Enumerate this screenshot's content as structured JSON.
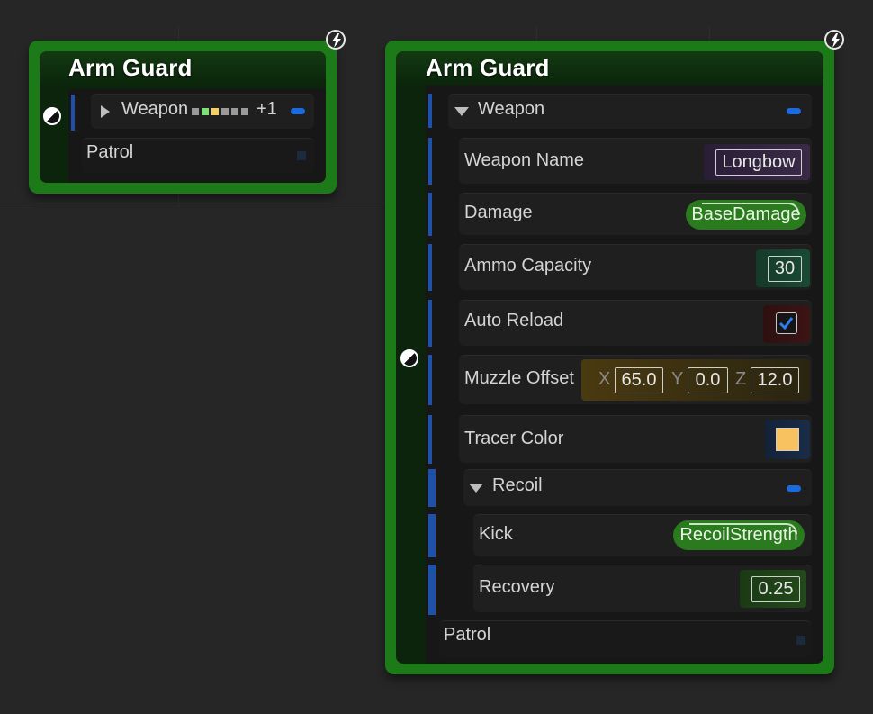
{
  "colors": {
    "node_border": "#1c7a18",
    "blue_accent": "#1a6be0",
    "pill_green": "#2a7a1e",
    "tracer_swatch": "#f8c260",
    "weapon_chips": [
      "#9a9a9a",
      "#7fe07a",
      "#f5d060",
      "#9a9a9a",
      "#9a9a9a",
      "#9a9a9a",
      "#9a9a9a"
    ]
  },
  "collapsed_node": {
    "title": "Arm Guard",
    "weapon_label": "Weapon",
    "weapon_more": "+1",
    "patrol_label": "Patrol",
    "icons": [
      "lightning-icon",
      "pin-socket-icon",
      "expand-arrow-icon"
    ]
  },
  "expanded_node": {
    "title": "Arm Guard",
    "weapon_label": "Weapon",
    "fields": {
      "weapon_name": {
        "label": "Weapon Name",
        "value": "Longbow"
      },
      "damage": {
        "label": "Damage",
        "value": "BaseDamage"
      },
      "ammo_capacity": {
        "label": "Ammo Capacity",
        "value": "30"
      },
      "auto_reload": {
        "label": "Auto Reload",
        "checked": true
      },
      "muzzle_offset": {
        "label": "Muzzle Offset",
        "x_label": "X",
        "x": "65.0",
        "y_label": "Y",
        "y": "0.0",
        "z_label": "Z",
        "z": "12.0"
      },
      "tracer_color": {
        "label": "Tracer Color",
        "color": "#f8c260"
      }
    },
    "recoil": {
      "label": "Recoil",
      "kick": {
        "label": "Kick",
        "value": "RecoilStrength"
      },
      "recovery": {
        "label": "Recovery",
        "value": "0.25"
      }
    },
    "patrol_label": "Patrol",
    "icons": [
      "lightning-icon",
      "pin-socket-icon",
      "collapse-arrow-icon",
      "checkmark-icon"
    ]
  }
}
